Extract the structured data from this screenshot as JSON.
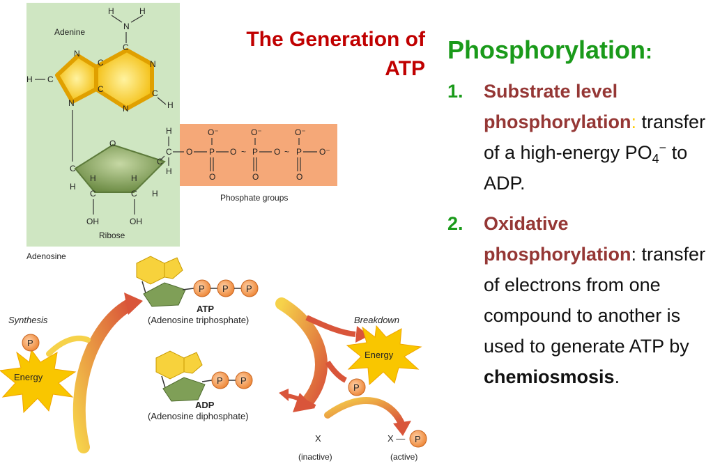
{
  "title": {
    "line1": "The Generation of",
    "line2": "ATP"
  },
  "structure": {
    "adenine_label": "Adenine",
    "ribose_label": "Ribose",
    "adenosine_label": "Adenosine",
    "phosphate_groups_label": "Phosphate groups",
    "atoms": {
      "H": "H",
      "N": "N",
      "C": "C",
      "O": "O",
      "O_minus": "O⁻",
      "P": "P",
      "OH": "OH",
      "bond_single": "—",
      "bond_approx": "~"
    }
  },
  "cycle": {
    "synthesis_label": "Synthesis",
    "breakdown_label": "Breakdown",
    "energy_label": "Energy",
    "phosphate_symbol": "P",
    "atp_label": "ATP",
    "atp_full": "(Adenosine triphosphate)",
    "adp_label": "ADP",
    "adp_full": "(Adenosine diphosphate)",
    "x_label": "X",
    "x_bond": "X —",
    "inactive_label": "(inactive)",
    "active_label": "(active)"
  },
  "phosphorylation": {
    "heading": "Phosphorylation",
    "heading_colon": ":",
    "items": [
      {
        "number": "1.",
        "term": "Substrate level phosphorylation",
        "colon": ":",
        "text_a": "transfer of a high-energy PO",
        "subscript": "4",
        "superscript": "−",
        "text_b": " to ADP."
      },
      {
        "number": "2.",
        "term": "Oxidative phosphorylation",
        "colon": ":",
        "text_a": "transfer of electrons from one compound to another is used to generate ATP by ",
        "bold": "chemiosmosis",
        "text_b": "."
      }
    ]
  },
  "colors": {
    "title": "#c00000",
    "heading": "#1a9a1a",
    "term": "#953735",
    "adenosine_bg": "#cfe6c2",
    "phosphate_bg": "#f5a878",
    "adenine_fill": "#f7c520",
    "ribose_fill": "#7f9f57"
  }
}
